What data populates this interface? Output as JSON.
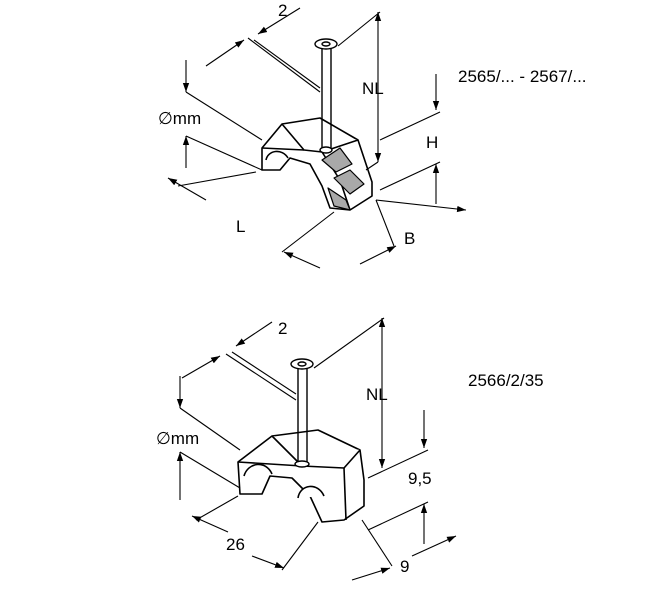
{
  "top_clip": {
    "product_code": "2565/... - 2567/...",
    "dim_nail_width": "2",
    "dim_nail_length": "NL",
    "dim_diameter": "∅mm",
    "dim_height": "H",
    "dim_length": "L",
    "dim_width": "B"
  },
  "bottom_clip": {
    "product_code": "2566/2/35",
    "dim_nail_width": "2",
    "dim_nail_length": "NL",
    "dim_diameter": "∅mm",
    "dim_height": "9,5",
    "dim_length": "26",
    "dim_width": "9"
  }
}
